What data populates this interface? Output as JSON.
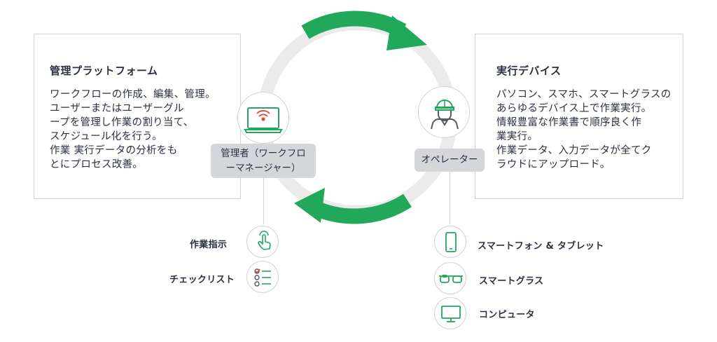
{
  "platform": {
    "title": "管理プラットフォーム",
    "body": "ワークフローの作成、編集、管理。\nユーザーまたはユーザーグル\nープを管理し作業の割り当て、\nスケジュール化を行う。\n作業 実行データの分析をも\nとにプロセス改善。"
  },
  "devices": {
    "title": "実行デバイス",
    "body": "パソコン、スマホ、スマートグラスの\nあらゆるデバイス上で作業実行。\n情報豊富な作業書で順序良く作\n業実行。\n作業データ、入力データが全てク\nラウドにアップロード。"
  },
  "roles": {
    "manager": "管理者（ワークフロ\nーマネージャー）",
    "operator": "オペレーター"
  },
  "manager_items": [
    {
      "label": "作業指示",
      "icon": "hand-pointer-icon"
    },
    {
      "label": "チェックリスト",
      "icon": "checklist-icon"
    }
  ],
  "operator_items": [
    {
      "label": "スマートフォン & タブレット",
      "icon": "smartphone-icon"
    },
    {
      "label": "スマートグラス",
      "icon": "smart-glasses-icon"
    },
    {
      "label": "コンピュータ",
      "icon": "monitor-icon"
    }
  ],
  "colors": {
    "accent_green": "#22a85a",
    "ring_gray": "#ebebeb",
    "pill_gray": "#d4d6d9",
    "text_dark": "#2b3044",
    "icon_red": "#e0483e"
  }
}
